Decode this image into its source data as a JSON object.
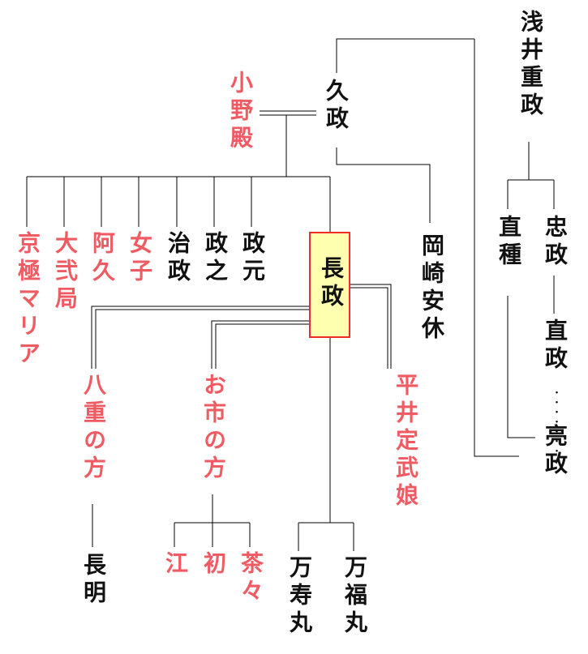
{
  "people": {
    "asai_shigemasa": "浅井重政",
    "hisamasa": "久政",
    "ono_dono": "小野殿",
    "okazaki_yasuyasu": "岡崎安休",
    "kyogoku_maria": "京極マリア",
    "daibu_no_tsubone": "大弐局",
    "aku": "阿久",
    "joshi": "女子",
    "harumasa": "治政",
    "masayuki": "政之",
    "masamoto": "政元",
    "nagamasa": "長政",
    "hirai_sadatake_musume": "平井定武娘",
    "yae_no_kata": "八重の方",
    "oichi_no_kata": "お市の方",
    "nagaaki": "長明",
    "go": "江",
    "hatsu": "初",
    "chacha": "茶々",
    "manjumaru": "万寿丸",
    "manpukumaru": "万福丸",
    "naotane": "直種",
    "tadamasa": "忠政",
    "naomasa": "直政",
    "sukemasa": "亮政"
  },
  "colors": {
    "female_name": "#ef5b62",
    "male_name": "#111111",
    "highlight_fill": "#ffffb0",
    "highlight_border": "#ef2b2b",
    "line": "#000000"
  }
}
